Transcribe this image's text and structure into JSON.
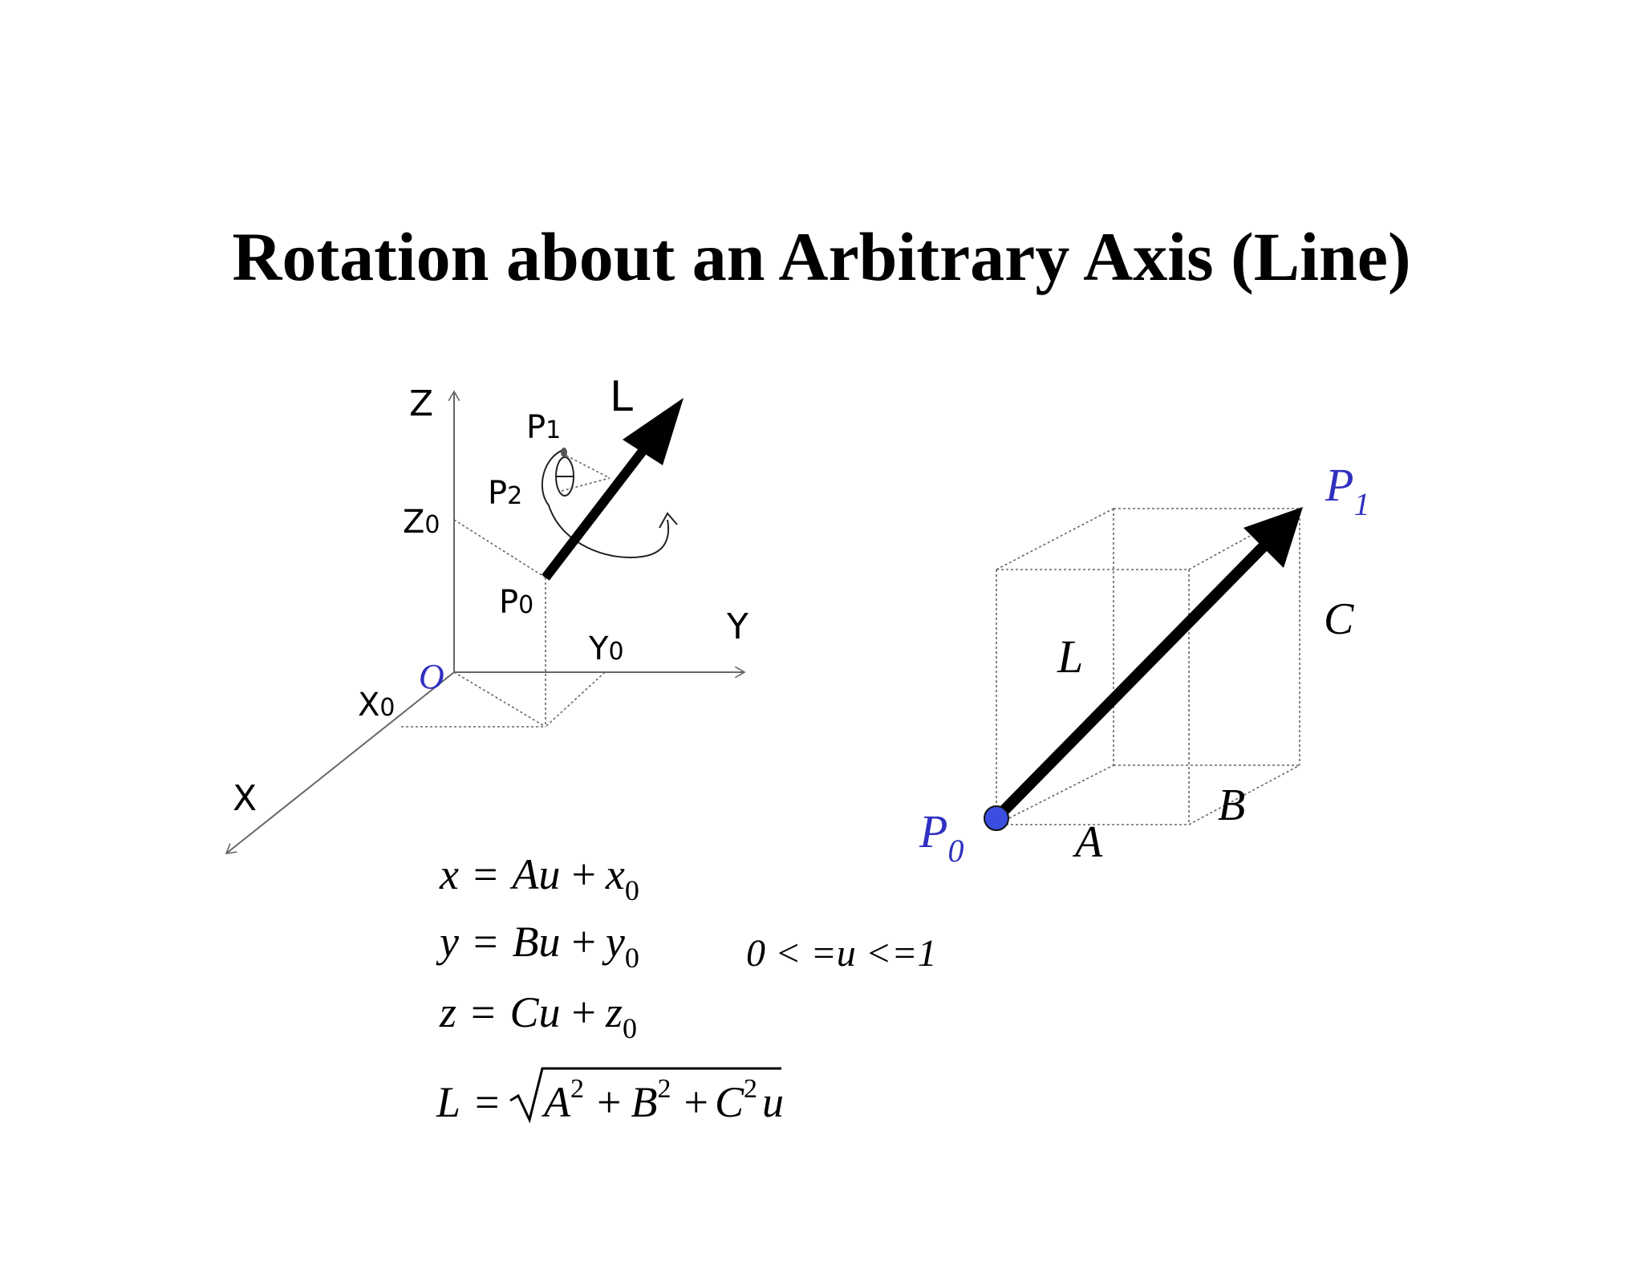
{
  "title": "Rotation about an Arbitrary Axis (Line)",
  "left_diagram": {
    "axis_z": "Z",
    "axis_y": "Y",
    "axis_x": "X",
    "origin": "O",
    "z0": {
      "main": "Z",
      "sub": "0"
    },
    "y0": {
      "main": "Y",
      "sub": "0"
    },
    "x0": {
      "main": "X",
      "sub": "0"
    },
    "p0": {
      "main": "P",
      "sub": "0"
    },
    "p1": {
      "main": "P",
      "sub": "1"
    },
    "p2": {
      "main": "P",
      "sub": "2"
    },
    "line": "L"
  },
  "right_diagram": {
    "p0": {
      "main": "P",
      "sub": "0"
    },
    "p1": {
      "main": "P",
      "sub": "1"
    },
    "line": "L",
    "a": "A",
    "b": "B",
    "c": "C"
  },
  "equations": {
    "x": {
      "lhs": "x",
      "eq": "=",
      "term": "Au",
      "plus": "+",
      "var": "x",
      "sub": "0"
    },
    "y": {
      "lhs": "y",
      "eq": "=",
      "term": "Bu",
      "plus": "+",
      "var": "y",
      "sub": "0"
    },
    "z": {
      "lhs": "z",
      "eq": "=",
      "term": "Cu",
      "plus": "+",
      "var": "z",
      "sub": "0"
    },
    "range": "0 < =u <=1",
    "length": {
      "lhs": "L",
      "eq": "=",
      "a": "A",
      "b": "B",
      "c": "C",
      "exp": "2",
      "plus": "+",
      "u": "u"
    }
  },
  "colors": {
    "blue_label": "#3030c0",
    "point_fill": "#3a4fe0",
    "text": "#000000",
    "axis_line": "#666666"
  }
}
